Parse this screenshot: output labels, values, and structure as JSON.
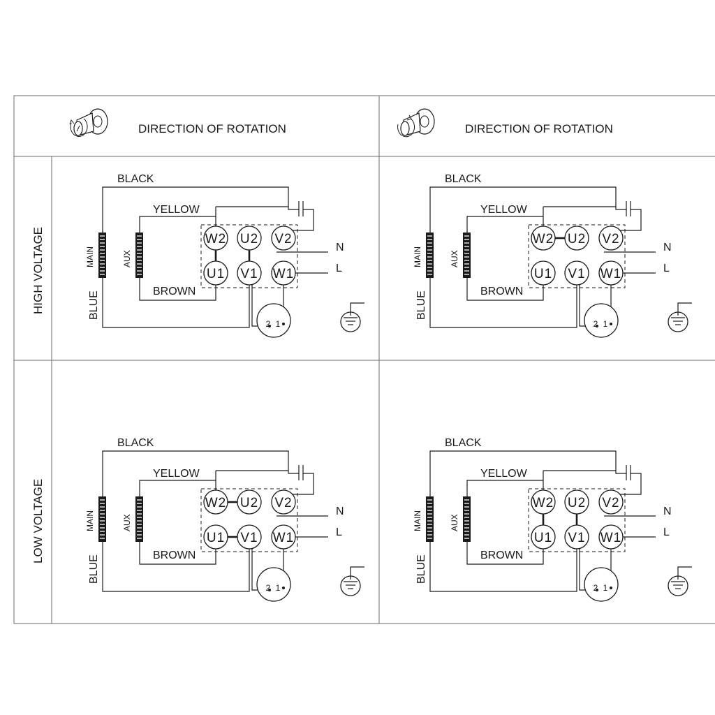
{
  "header": {
    "left_title": "DIRECTION OF ROTATION",
    "right_title": "DIRECTION OF ROTATION",
    "left_icon": "rotation-clockwise-icon",
    "right_icon": "rotation-counterclockwise-icon"
  },
  "rows": {
    "high": "HIGH VOLTAGE",
    "low": "LOW VOLTAGE"
  },
  "wires": {
    "black": "BLACK",
    "yellow": "YELLOW",
    "brown": "BROWN",
    "blue": "BLUE"
  },
  "windings": {
    "main": "MAIN",
    "aux": "AUX"
  },
  "terminals": {
    "top": [
      "W2",
      "U2",
      "V2"
    ],
    "bottom": [
      "U1",
      "V1",
      "W1"
    ]
  },
  "lines": {
    "n": "N",
    "l": "L"
  },
  "switch": {
    "pin2": "2",
    "pin1": "1"
  },
  "ground_icon": "ground-icon"
}
